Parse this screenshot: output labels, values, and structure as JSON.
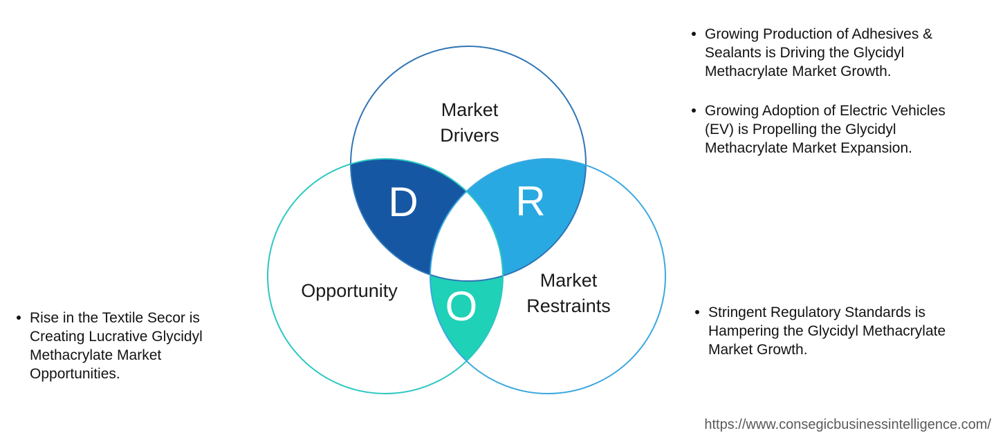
{
  "venn": {
    "drivers": {
      "label": "Market\nDrivers",
      "letter": "D",
      "outline_color": "#2E74B5",
      "overlap_color": "#1557A3"
    },
    "opportunity": {
      "label": "Opportunity",
      "letter": "O",
      "outline_color": "#2CC7C1",
      "overlap_color": "#1FD1B6"
    },
    "restraints": {
      "label": "Market\nRestraints",
      "letter": "R",
      "outline_color": "#3AA8E0",
      "overlap_color": "#29A9E1"
    },
    "center_color": "#ffffff"
  },
  "bullets": {
    "top_right": [
      {
        "text": "Growing Production of Adhesives &\nSealants is Driving the Glycidyl\nMethacrylate Market Growth."
      },
      {
        "text": "Growing Adoption of Electric Vehicles\n(EV) is Propelling the Glycidyl\nMethacrylate Market Expansion."
      }
    ],
    "left": [
      {
        "text": "Rise in the Textile Secor is\nCreating Lucrative Glycidyl\nMethacrylate Market\nOpportunities."
      }
    ],
    "bottom_right": [
      {
        "text": "Stringent Regulatory Standards is\nHampering the Glycidyl Methacrylate\nMarket Growth."
      }
    ]
  },
  "footer": {
    "url": "https://www.consegicbusinessintelligence.com/"
  }
}
